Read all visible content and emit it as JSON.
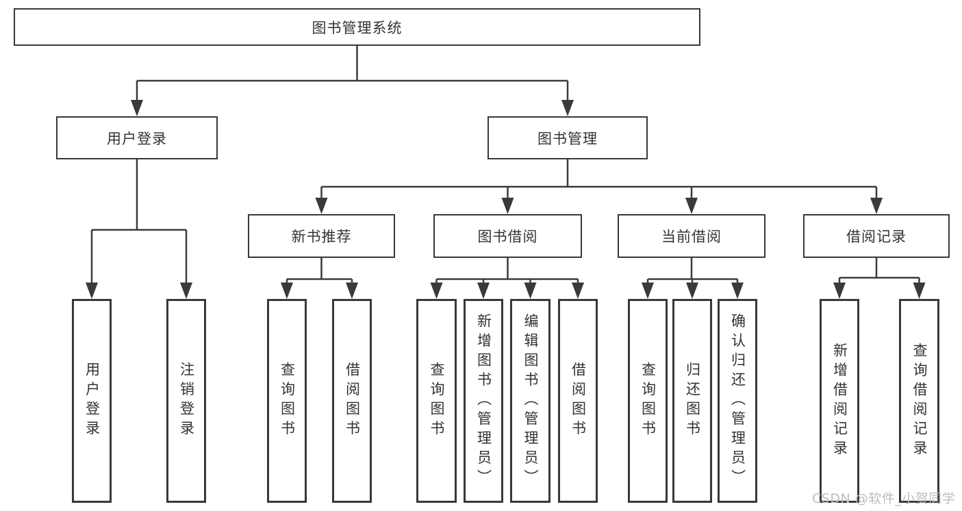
{
  "tree": {
    "label": "图书管理系统",
    "children": [
      {
        "label": "用户登录",
        "children": [
          {
            "label": "用户登录"
          },
          {
            "label": "注销登录"
          }
        ]
      },
      {
        "label": "图书管理",
        "children": [
          {
            "label": "新书推荐",
            "children": [
              {
                "label": "查询图书"
              },
              {
                "label": "借阅图书"
              }
            ]
          },
          {
            "label": "图书借阅",
            "children": [
              {
                "label": "查询图书"
              },
              {
                "label": "新增图书（管理员）"
              },
              {
                "label": "编辑图书（管理员）"
              },
              {
                "label": "借阅图书"
              }
            ]
          },
          {
            "label": "当前借阅",
            "children": [
              {
                "label": "查询图书"
              },
              {
                "label": "归还图书"
              },
              {
                "label": "确认归还（管理员）"
              }
            ]
          },
          {
            "label": "借阅记录",
            "children": [
              {
                "label": "新增借阅记录"
              },
              {
                "label": "查询借阅记录"
              }
            ]
          }
        ]
      }
    ]
  },
  "watermark": "CSDN @软件_小贺同学",
  "colors": {
    "line": "#3a3a3a",
    "text": "#333333",
    "watermark": "#bdbdbd",
    "background": "#ffffff"
  }
}
